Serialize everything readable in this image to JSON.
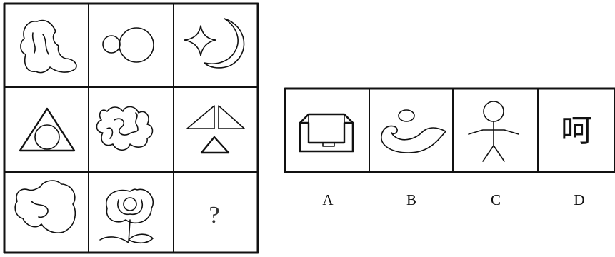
{
  "question": {
    "missing_mark": "?"
  },
  "options": [
    {
      "label": "A",
      "content": "tray-box-figure"
    },
    {
      "label": "B",
      "content": "curved-shape-figure"
    },
    {
      "label": "C",
      "content": "stick-person-figure"
    },
    {
      "label": "D",
      "content": "呵"
    }
  ]
}
